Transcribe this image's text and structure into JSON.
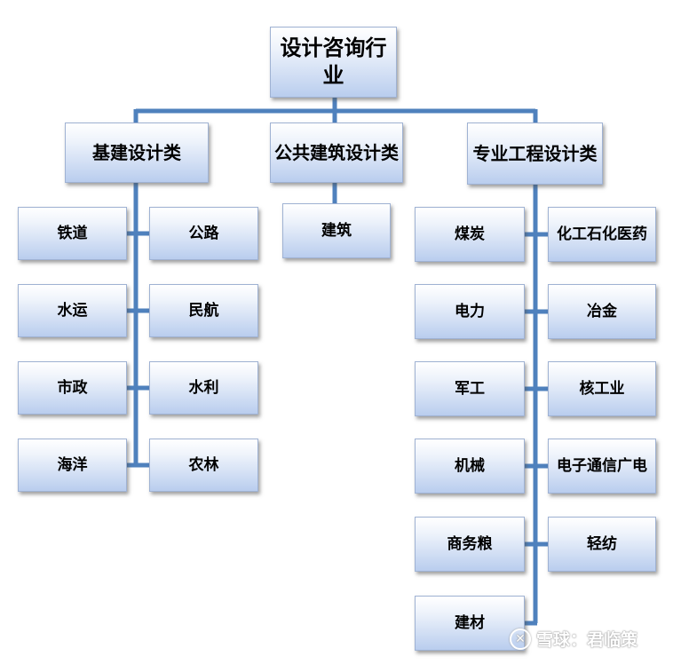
{
  "root": {
    "label": "设计咨询行业"
  },
  "categories": [
    {
      "label": "基建设计类"
    },
    {
      "label": "公共建筑设计类"
    },
    {
      "label": "专业工程设计类"
    }
  ],
  "infrastructure": [
    "铁道",
    "公路",
    "水运",
    "民航",
    "市政",
    "水利",
    "海洋",
    "农林"
  ],
  "public_building": [
    "建筑"
  ],
  "professional": [
    "煤炭",
    "化工石化医药",
    "电力",
    "冶金",
    "军工",
    "核工业",
    "机械",
    "电子通信广电",
    "商务粮",
    "轻纺",
    "建材"
  ],
  "watermark": {
    "text": "雪球：君临策"
  },
  "colors": {
    "connector": "#4f81bd",
    "box_top": "#ffffff",
    "box_bottom": "#b9cdee",
    "box_border": "#9fb2d3"
  }
}
